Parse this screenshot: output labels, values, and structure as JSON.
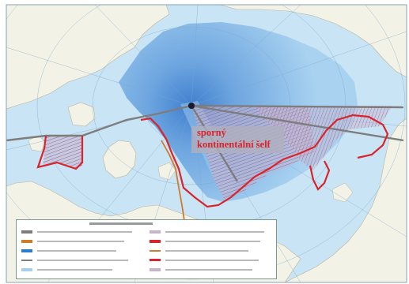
{
  "map": {
    "caption": {
      "line1": "sporný",
      "line2": "kontinentální šelf"
    },
    "colors": {
      "ocean_light": "#c9e4f4",
      "ocean_mid": "#a6cfee",
      "ocean_deep": "#5f98d8",
      "land": "#f3f2e6",
      "claim_line": "#d8242c",
      "boundary_line": "#7d7d7d",
      "shelf_line": "#d07b2c",
      "caption_text": "#d8242c",
      "caption_text_secondary": "#ffffff"
    },
    "legend": {
      "swatches": [
        {
          "color": "#7d7d7d",
          "name": "gray-boundary-swatch"
        },
        {
          "color": "#d07b2c",
          "name": "orange-line-swatch"
        },
        {
          "color": "#2c7bd0",
          "name": "blue-line-swatch"
        },
        {
          "color": "#d8242c",
          "name": "red-claim-swatch"
        },
        {
          "color": "#c9b3cc",
          "name": "hatched-area-swatch"
        }
      ]
    }
  }
}
